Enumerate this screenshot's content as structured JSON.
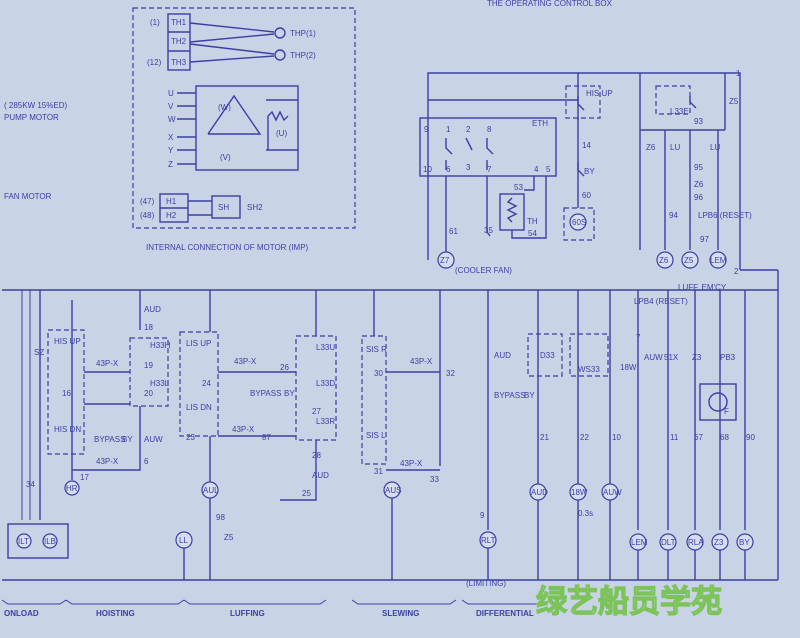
{
  "header_text": "THE OPERATING CONTROL BOX",
  "left_notes": {
    "pump_rating": "( 285KW 15%ED)",
    "pump_motor": "PUMP MOTOR",
    "fan_motor": "FAN MOTOR"
  },
  "motor_box": {
    "caption": "INTERNAL CONNECTION OF MOTOR (IMP)",
    "th_terminals": [
      {
        "num": "(1)",
        "label": "TH1"
      },
      {
        "num": "",
        "label": "TH2"
      },
      {
        "num": "(12)",
        "label": "TH3"
      }
    ],
    "thp": [
      "THP(1)",
      "THP(2)"
    ],
    "phase_terminals": [
      "U",
      "V",
      "W",
      "X",
      "Y",
      "Z"
    ],
    "windings": [
      "(W)",
      "(U)",
      "(V)"
    ],
    "heater": [
      {
        "num": "(47)",
        "label": "H1"
      },
      {
        "num": "(48)",
        "label": "H2"
      }
    ],
    "sh_label": "SH",
    "sh2_label": "SH2"
  },
  "cooler": {
    "eth": "ETH",
    "th": "TH",
    "fan_label": "(COOLER FAN)",
    "z7": "Z7",
    "numbers": [
      "9",
      "1",
      "2",
      "3",
      "8",
      "10",
      "6",
      "7",
      "53",
      "5",
      "4",
      "35",
      "54",
      "61"
    ]
  },
  "his_up_block": {
    "label": "HIS UP",
    "by": "BY",
    "nums": [
      "14",
      "60"
    ],
    "coil": "60S"
  },
  "luff_emcy": {
    "label": "LUFF. EM'CY",
    "l33e": "L33E",
    "z5": "Z5",
    "z6": "Z6",
    "lu": "LU",
    "lpb6": "LPB6 (RESET)",
    "nums": [
      "93",
      "95",
      "96",
      "94",
      "97",
      "2",
      "1"
    ],
    "coils": [
      "Z6",
      "Z5",
      "LEM"
    ]
  },
  "bottom_sections": [
    "ONLOAD",
    "HOISTING",
    "LUFFING",
    "SLEWING",
    "DIFFERENTIAL"
  ],
  "limiting_label": "(LIMITING)",
  "hoisting": {
    "aud": "AUD",
    "his_up": "HIS UP",
    "his_dn": "HIS DN",
    "h33h": "H33H",
    "h33l": "H33L",
    "bypass": "BYPASS",
    "by": "BY",
    "auw": "AUW",
    "pfx": "43P-X",
    "sz": "SZ",
    "nums": [
      "18",
      "19",
      "20",
      "16",
      "6",
      "17",
      "34"
    ],
    "coil": "HR",
    "onload_coils": [
      "ILT",
      "ILB"
    ]
  },
  "luffing": {
    "lis_up": "LIS UP",
    "lis_dn": "LIS DN",
    "l33u": "L33U",
    "l33d": "L33D",
    "l33r": "L33R",
    "aud": "AUD",
    "pfx": "43P-X",
    "bypass": "BYPASS",
    "by": "BY",
    "nums": [
      "24",
      "23",
      "26",
      "27",
      "28",
      "25",
      "87",
      "98"
    ],
    "coils": [
      "AUL",
      "LL"
    ],
    "z5": "Z5"
  },
  "slewing": {
    "sis_r": "SIS R",
    "sis_l": "SIS L",
    "pfx": "43P-X",
    "nums": [
      "30",
      "32",
      "31",
      "33"
    ],
    "coil": "AUS"
  },
  "differential": {
    "aud": "AUD",
    "bypass": "BYPASS",
    "by": "BY",
    "d33": "D33",
    "ws33": "WS33",
    "tw": "18W",
    "lpb4": "LPB4 (RESET)",
    "auw": "AUW",
    "s1x": "51X",
    "z3": "Z3",
    "pb3": "PB3",
    "f": "F",
    "nums": [
      "21",
      "22",
      "10",
      "11",
      "67",
      "68",
      "90",
      "7",
      "9"
    ],
    "timer": "0.3s",
    "coils": [
      "AUD",
      "18W",
      "AUW",
      "RLT",
      "LEM",
      "DLT",
      "RLA",
      "Z3",
      "BY"
    ]
  },
  "watermark": "绿艺船员学苑"
}
